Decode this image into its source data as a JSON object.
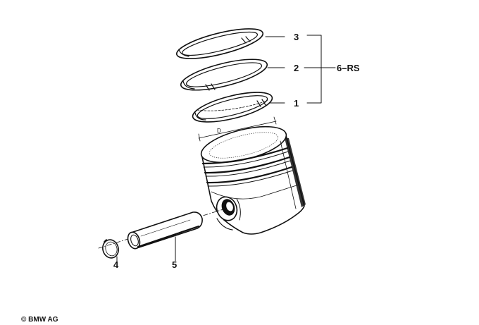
{
  "diagram": {
    "parts": [
      {
        "number": "1",
        "name": "piston-ring-1"
      },
      {
        "number": "2",
        "name": "piston-ring-2"
      },
      {
        "number": "3",
        "name": "piston-ring-3"
      },
      {
        "number": "4",
        "name": "circlip"
      },
      {
        "number": "5",
        "name": "piston-pin"
      }
    ],
    "ring_set_label": "6–RS",
    "dimension_label": "D",
    "copyright": "© BMW AG"
  }
}
